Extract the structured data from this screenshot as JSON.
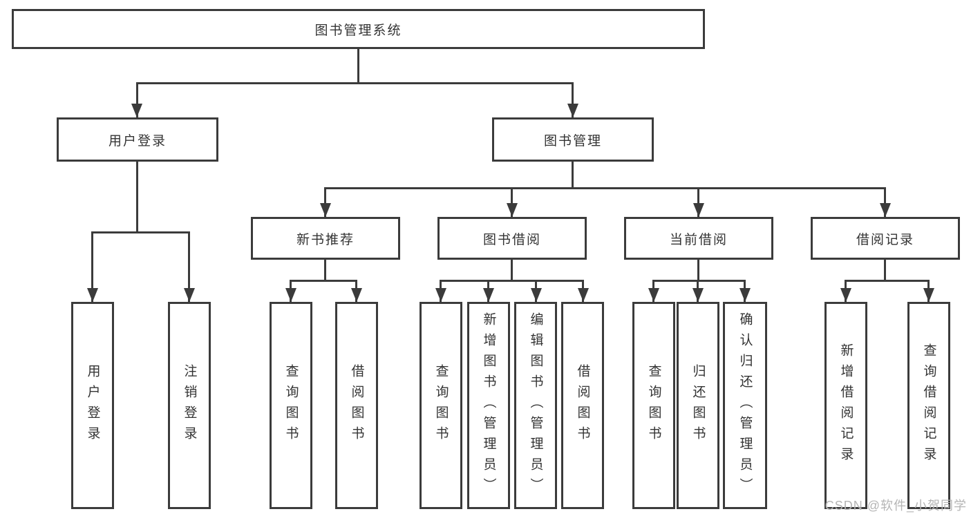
{
  "colors": {
    "line": "#3b3b3b",
    "text": "#333333",
    "watermark": "#b5b5b5",
    "background": "#ffffff"
  },
  "watermark": "CSDN @软件_小贺同学",
  "tree": {
    "root_label": "图书管理系统",
    "branches": [
      {
        "label": "用户登录",
        "children": [
          {
            "label": "用户登录"
          },
          {
            "label": "注销登录"
          }
        ]
      },
      {
        "label": "图书管理",
        "children": [
          {
            "label": "新书推荐",
            "children": [
              {
                "label": "查询图书"
              },
              {
                "label": "借阅图书"
              }
            ]
          },
          {
            "label": "图书借阅",
            "children": [
              {
                "label": "查询图书"
              },
              {
                "label": "新增图书（管理员）"
              },
              {
                "label": "编辑图书（管理员）"
              },
              {
                "label": "借阅图书"
              }
            ]
          },
          {
            "label": "当前借阅",
            "children": [
              {
                "label": "查询图书"
              },
              {
                "label": "归还图书"
              },
              {
                "label": "确认归还（管理员）"
              }
            ]
          },
          {
            "label": "借阅记录",
            "children": [
              {
                "label": "新增借阅记录"
              },
              {
                "label": "查询借阅记录"
              }
            ]
          }
        ]
      }
    ]
  }
}
